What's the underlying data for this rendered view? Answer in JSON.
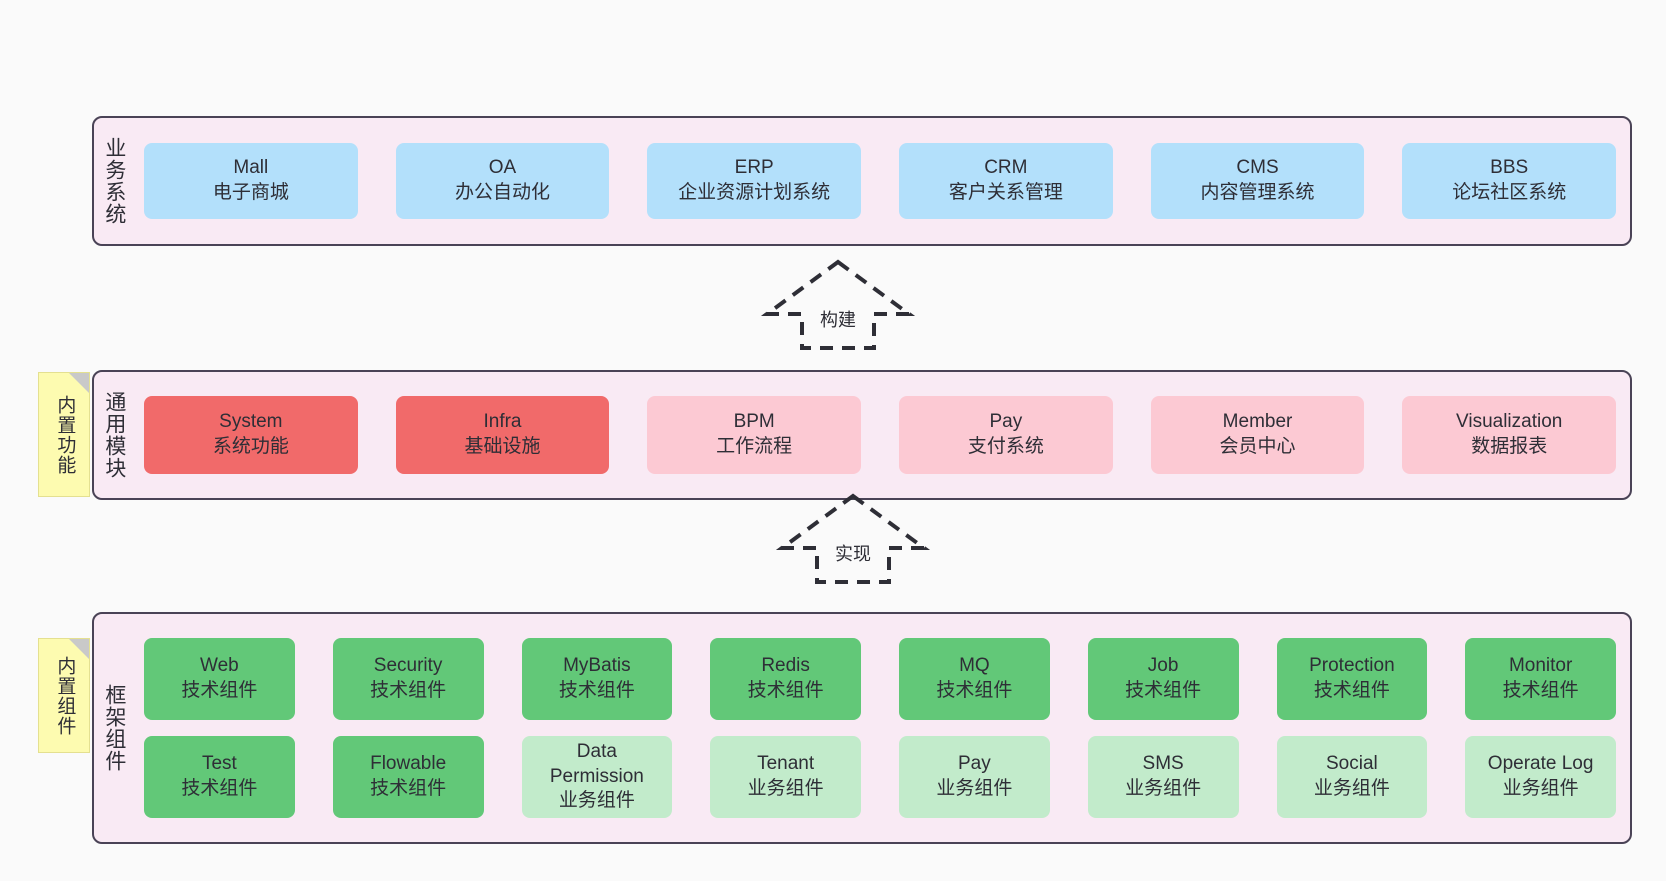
{
  "layers": [
    {
      "id": "business",
      "title": "业务系统",
      "rows": [
        {
          "cards": [
            {
              "main": "Mall",
              "sub": "电子商城",
              "color": "#b3e0fb",
              "tone": "blue"
            },
            {
              "main": "OA",
              "sub": "办公自动化",
              "color": "#b3e0fb",
              "tone": "blue"
            },
            {
              "main": "ERP",
              "sub": "企业资源计划系统",
              "color": "#b3e0fb",
              "tone": "blue"
            },
            {
              "main": "CRM",
              "sub": "客户关系管理",
              "color": "#b3e0fb",
              "tone": "blue"
            },
            {
              "main": "CMS",
              "sub": "内容管理系统",
              "color": "#b3e0fb",
              "tone": "blue"
            },
            {
              "main": "BBS",
              "sub": "论坛社区系统",
              "color": "#b3e0fb",
              "tone": "blue"
            }
          ]
        }
      ]
    },
    {
      "id": "modules",
      "title": "通用模块",
      "sticky": "内置功能",
      "rows": [
        {
          "cards": [
            {
              "main": "System",
              "sub": "系统功能",
              "color": "#f16a6a",
              "tone": "red"
            },
            {
              "main": "Infra",
              "sub": "基础设施",
              "color": "#f16a6a",
              "tone": "red"
            },
            {
              "main": "BPM",
              "sub": "工作流程",
              "color": "#fcc9d3",
              "tone": "pink"
            },
            {
              "main": "Pay",
              "sub": "支付系统",
              "color": "#fcc9d3",
              "tone": "pink"
            },
            {
              "main": "Member",
              "sub": "会员中心",
              "color": "#fcc9d3",
              "tone": "pink"
            },
            {
              "main": "Visualization",
              "sub": "数据报表",
              "color": "#fcc9d3",
              "tone": "pink"
            }
          ]
        }
      ]
    },
    {
      "id": "framework",
      "title": "框架组件",
      "sticky": "内置组件",
      "rows": [
        {
          "cards": [
            {
              "main": "Web",
              "sub": "技术组件",
              "color": "#62c878",
              "tone": "green"
            },
            {
              "main": "Security",
              "sub": "技术组件",
              "color": "#62c878",
              "tone": "green"
            },
            {
              "main": "MyBatis",
              "sub": "技术组件",
              "color": "#62c878",
              "tone": "green"
            },
            {
              "main": "Redis",
              "sub": "技术组件",
              "color": "#62c878",
              "tone": "green"
            },
            {
              "main": "MQ",
              "sub": "技术组件",
              "color": "#62c878",
              "tone": "green"
            },
            {
              "main": "Job",
              "sub": "技术组件",
              "color": "#62c878",
              "tone": "green"
            },
            {
              "main": "Protection",
              "sub": "技术组件",
              "color": "#62c878",
              "tone": "green"
            },
            {
              "main": "Monitor",
              "sub": "技术组件",
              "color": "#62c878",
              "tone": "green"
            }
          ]
        },
        {
          "cards": [
            {
              "main": "Test",
              "sub": "技术组件",
              "color": "#62c878",
              "tone": "green"
            },
            {
              "main": "Flowable",
              "sub": "技术组件",
              "color": "#62c878",
              "tone": "green"
            },
            {
              "main": "Data Permission",
              "sub": "业务组件",
              "color": "#c2ebcb",
              "tone": "lightgreen"
            },
            {
              "main": "Tenant",
              "sub": "业务组件",
              "color": "#c2ebcb",
              "tone": "lightgreen"
            },
            {
              "main": "Pay",
              "sub": "业务组件",
              "color": "#c2ebcb",
              "tone": "lightgreen"
            },
            {
              "main": "SMS",
              "sub": "业务组件",
              "color": "#c2ebcb",
              "tone": "lightgreen"
            },
            {
              "main": "Social",
              "sub": "业务组件",
              "color": "#c2ebcb",
              "tone": "lightgreen"
            },
            {
              "main": "Operate Log",
              "sub": "业务组件",
              "color": "#c2ebcb",
              "tone": "lightgreen"
            }
          ]
        }
      ]
    }
  ],
  "arrows": [
    {
      "id": "build",
      "label": "构建"
    },
    {
      "id": "implement",
      "label": "实现"
    }
  ],
  "colors": {
    "panel_background": "#f9eaf4",
    "panel_border": "#4a4356",
    "sticky_note": "#fdfbb0",
    "canvas_background": "#fafafa",
    "text": "#2e2e36"
  }
}
